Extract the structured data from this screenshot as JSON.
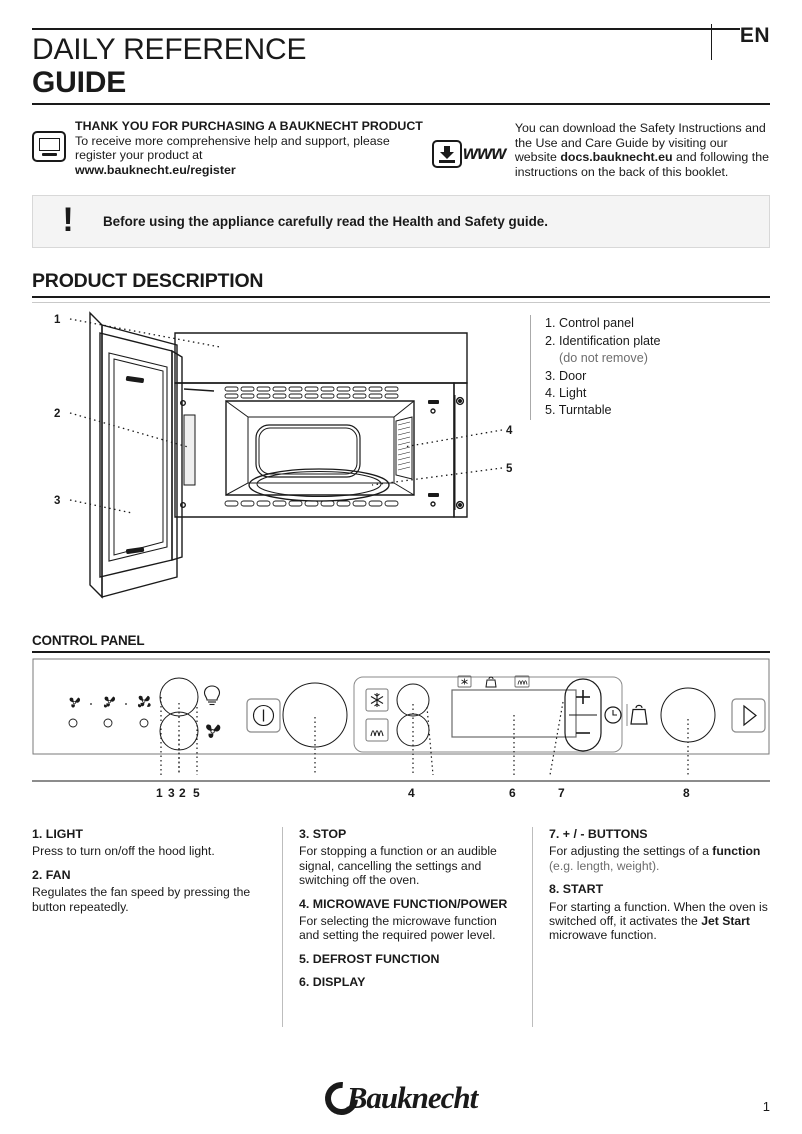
{
  "header": {
    "title_line1": "DAILY REFERENCE",
    "title_line2": "GUIDE",
    "language": "EN"
  },
  "intro": {
    "left": {
      "icon": "monitor-icon",
      "heading": "THANK YOU FOR PURCHASING A BAUKNECHT PRODUCT",
      "body": "To receive more comprehensive help and support, please register your product at",
      "link": "www.bauknecht.eu/register"
    },
    "right": {
      "icon": "download-icon",
      "icon_label": "www",
      "body_part1": "You can download the Safety Instructions and the Use and Care Guide by visiting our website ",
      "body_bold": "docs.bauknecht.eu",
      "body_part2": " and following the instructions on the back of this booklet."
    }
  },
  "warning": {
    "icon": "exclamation-icon",
    "glyph": "!",
    "text": "Before using the appliance carefully read the Health and Safety guide."
  },
  "product_description": {
    "section_title": "PRODUCT DESCRIPTION",
    "callout_numbers": [
      "1",
      "2",
      "3",
      "4",
      "5"
    ],
    "legend": [
      {
        "num": "1.",
        "label": "Control panel",
        "sub": ""
      },
      {
        "num": "2.",
        "label": "Identification plate",
        "sub": "(do not remove)"
      },
      {
        "num": "3.",
        "label": "Door",
        "sub": ""
      },
      {
        "num": "4.",
        "label": "Light",
        "sub": ""
      },
      {
        "num": "5.",
        "label": "Turntable",
        "sub": ""
      }
    ]
  },
  "control_panel": {
    "section_title": "CONTROL PANEL",
    "callout_labels": [
      "1",
      "3",
      "2",
      "5",
      "4",
      "6",
      "7",
      "8"
    ],
    "icons": {
      "fan_low": "fan-speed-1-icon",
      "fan_mid": "fan-speed-2-icon",
      "fan_high": "fan-speed-3-icon",
      "bulb": "light-bulb-icon",
      "fan": "fan-icon",
      "stop": "stop-icon",
      "snowflake": "defrost-snowflake-icon",
      "microwave": "microwave-waves-icon",
      "display_w": "watt-indicator-icon",
      "display_weight": "weight-indicator-icon",
      "display_mw": "microwave-indicator-icon",
      "plus": "+",
      "minus": "−",
      "clock": "clock-icon",
      "weight": "weight-icon",
      "start": "start-play-icon"
    }
  },
  "descriptions": {
    "col1": [
      {
        "heading": "1. LIGHT",
        "body": "Press to turn on/off the hood light."
      },
      {
        "heading": "2. FAN",
        "body": "Regulates the fan speed by pressing the button repeatedly."
      }
    ],
    "col2": [
      {
        "heading": "3. STOP",
        "body": "For stopping a function or an audible signal, cancelling the settings and switching off the oven."
      },
      {
        "heading": "4. MICROWAVE FUNCTION/POWER",
        "body": "For selecting the microwave function and setting the required power level."
      },
      {
        "heading": "5. DEFROST FUNCTION",
        "body": ""
      },
      {
        "heading": "6. DISPLAY",
        "body": ""
      }
    ],
    "col3": [
      {
        "heading": "7. + / - BUTTONS",
        "body_pre": "For adjusting the settings of a ",
        "body_bold": "function",
        "body_post": " (e.g. length, weight)."
      },
      {
        "heading": "8. START",
        "body_pre": "For starting a function. When the oven is switched off, it activates the ",
        "body_bold": "Jet Start",
        "body_post": " microwave function."
      }
    ]
  },
  "footer": {
    "brand": "Bauknecht",
    "page_number": "1"
  }
}
